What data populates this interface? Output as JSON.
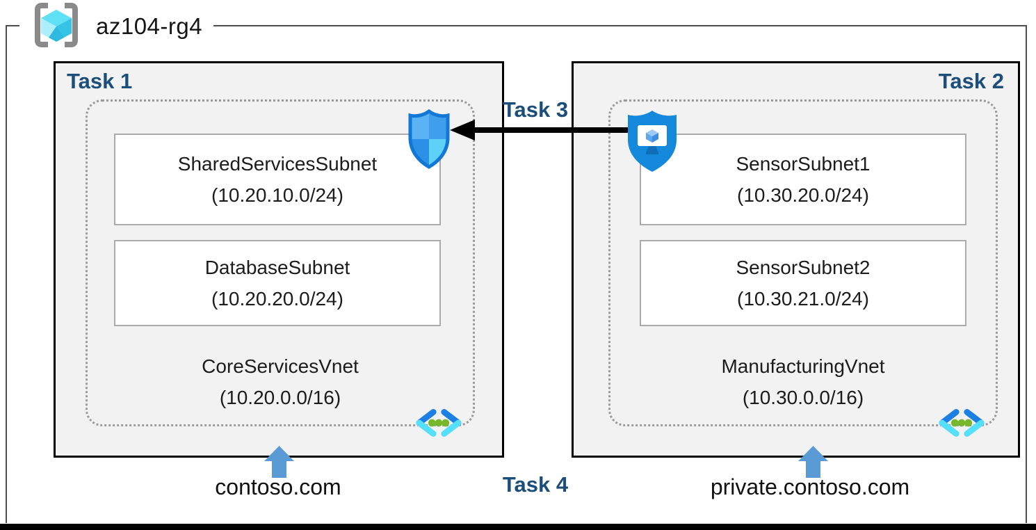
{
  "resource_group": {
    "name": "az104-rg4"
  },
  "labels": {
    "task1": "Task 1",
    "task2": "Task 2",
    "task3": "Task 3",
    "task4": "Task 4"
  },
  "vnets": [
    {
      "name": "CoreServicesVnet",
      "cidr": "(10.20.0.0/16)",
      "dns": "contoso.com",
      "subnets": [
        {
          "name": "SharedServicesSubnet",
          "cidr": "(10.20.10.0/24)"
        },
        {
          "name": "DatabaseSubnet",
          "cidr": "(10.20.20.0/24)"
        }
      ]
    },
    {
      "name": "ManufacturingVnet",
      "cidr": "(10.30.0.0/16)",
      "dns": "private.contoso.com",
      "subnets": [
        {
          "name": "SensorSubnet1",
          "cidr": "(10.30.20.0/24)"
        },
        {
          "name": "SensorSubnet2",
          "cidr": "(10.30.21.0/24)"
        }
      ]
    }
  ],
  "icons": {
    "resource_group": "resource-group-icon",
    "virtual_network": "virtual-network-icon",
    "network_security_group": "nsg-shield-icon",
    "bastion": "bastion-shield-icon",
    "peering_arrow": "left-arrow-icon",
    "dns_arrow": "up-arrow-icon"
  },
  "colors": {
    "task_label": "#1b4e79",
    "box_fill": "#f2f2f2",
    "box_border": "#000000",
    "dashed_border": "#9b9b9b",
    "up_arrow": "#5b9bd5",
    "task3_arrow": "#000000",
    "bastion_shield": "#1489db",
    "nsg_border": "#1377d6",
    "vnet_chevron_dark": "#1b7fe4",
    "vnet_chevron_light": "#54dffa",
    "vnet_dots": "#76b82a",
    "rg_cube": "#50e6ff",
    "rg_brackets": "#8a8a8a"
  }
}
